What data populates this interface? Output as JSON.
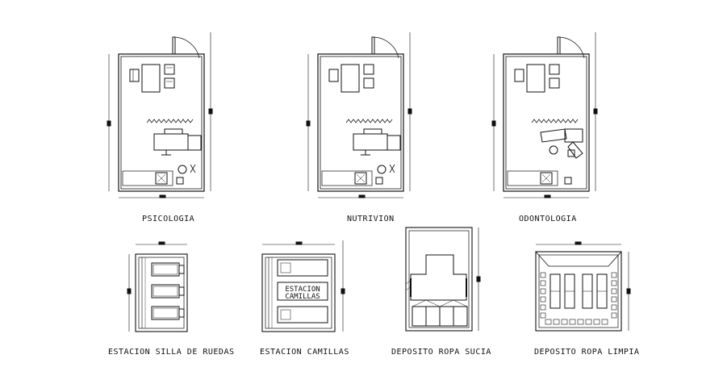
{
  "rooms": {
    "psicologia": "PSICOLOGIA",
    "nutricion": "NUTRIVION",
    "odontologia": "ODONTOLOGIA",
    "silla_ruedas": "ESTACION SILLA DE RUEDAS",
    "camillas": "ESTACION CAMILLAS",
    "sucia": "DEPOSITO ROPA SUCIA",
    "limpia": "DEPOSITO ROPA LIMPIA"
  },
  "inner_labels": {
    "estacion_line1": "ESTACION",
    "estacion_line2": "CAMILLAS"
  },
  "colors": {
    "ink": "#111111",
    "paper": "#ffffff"
  }
}
